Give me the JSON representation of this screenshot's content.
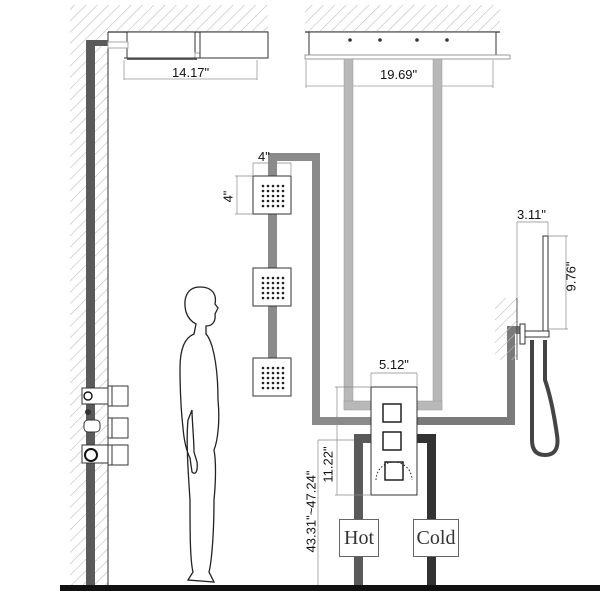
{
  "dimensions": {
    "rain_head_small_width": "14.17\"",
    "rain_head_large_width": "19.69\"",
    "body_jet_width": "4\"",
    "body_jet_height": "4\"",
    "handheld_width": "3.11\"",
    "handheld_length": "9.76\"",
    "valve_width": "5.12\"",
    "valve_height": "11.22\"",
    "valve_mount_height": "43.31\"~47.24\""
  },
  "supply_labels": {
    "hot": "Hot",
    "cold": "Cold"
  },
  "colors": {
    "hot_pipe": "#5a5a5a",
    "cold_pipe": "#3a3a3a",
    "outlet_pipe_dark": "#7a7a7a",
    "outlet_pipe_light": "#b8b8b8",
    "wall_hatch": "#bdbdbd",
    "floor": "#111111"
  },
  "components": [
    {
      "name": "ceiling-rain-shower-head",
      "count": 2
    },
    {
      "name": "body-jet",
      "count": 3
    },
    {
      "name": "thermostatic-valve",
      "count": 2
    },
    {
      "name": "handheld-shower",
      "count": 1
    },
    {
      "name": "hot-supply"
    },
    {
      "name": "cold-supply"
    }
  ]
}
